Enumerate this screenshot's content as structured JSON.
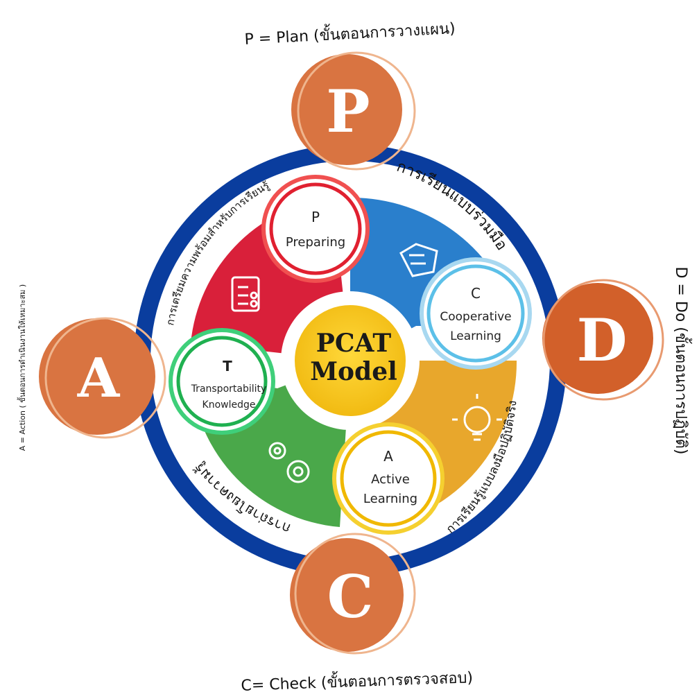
{
  "center": {
    "line1": "PCAT",
    "line2": "Model"
  },
  "phases": {
    "plan": {
      "letter": "P",
      "label": "P = Plan (ขั้นตอนการวางแผน)"
    },
    "do": {
      "letter": "D",
      "label": "D = Do (ขั้นตอนการปฏิบัติ)"
    },
    "check": {
      "letter": "C",
      "label": "C= Check (ขั้นตอนการตรวจสอบ)"
    },
    "act": {
      "letter": "A",
      "label": "A = Action ( ขั้นตอนการดำเนินงานให้เหมาะสม )"
    }
  },
  "components": {
    "preparing": {
      "letter": "P",
      "line1": "Preparing",
      "line2": ""
    },
    "cooperative": {
      "letter": "C",
      "line1": "Cooperative",
      "line2": "Learning"
    },
    "active": {
      "letter": "A",
      "line1": "Active",
      "line2": "Learning"
    },
    "transport": {
      "letter": "T",
      "line1": "Transportability",
      "line2": "Knowledge"
    }
  },
  "arc_labels": {
    "preparing": "การเตรียมความพร้อมสำหรับการเรียนรู้",
    "cooperative": "การเรียนแบบร่วมมือ",
    "active": "การเรียนรู้แบบลงมือปฏิบัติจริง",
    "transport": "การถ่ายโยงความรู้"
  },
  "colors": {
    "outer_ring": "#0a3d9e",
    "phase_circle": "#d97441",
    "red_segment": "#d9203a",
    "blue_segment": "#2a7fcc",
    "yellow_segment": "#e8a72c",
    "green_segment": "#4aa84a",
    "center_fill": "#f6c21c"
  }
}
